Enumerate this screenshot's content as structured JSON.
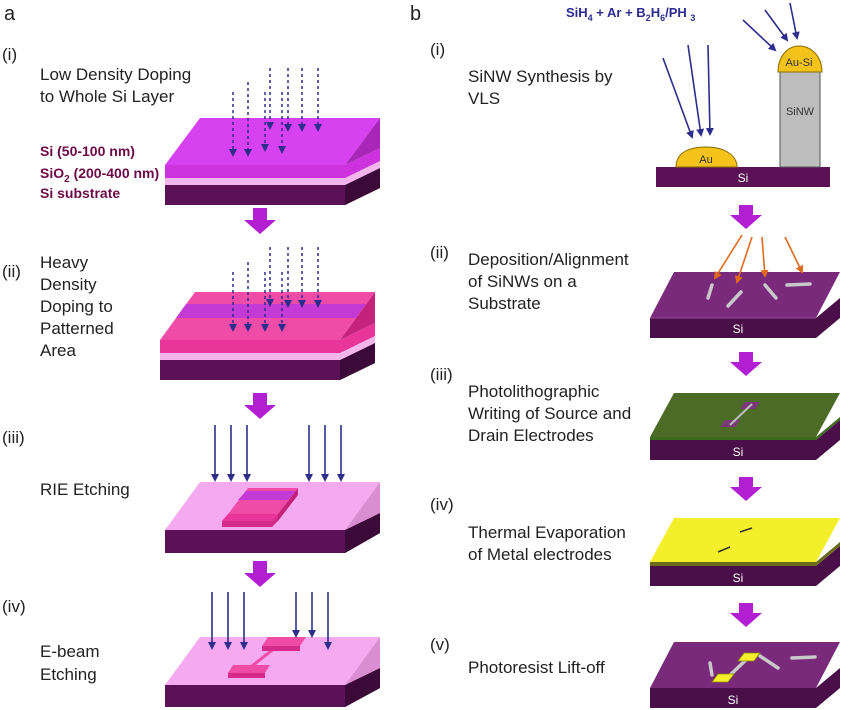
{
  "panel_a": {
    "letter": "a",
    "steps": [
      {
        "num": "(i)",
        "lines": [
          "Low Density Doping",
          "to Whole Si Layer"
        ]
      },
      {
        "num": "(ii)",
        "lines": [
          "Heavy",
          "Density",
          "Doping to",
          "Patterned",
          "Area"
        ]
      },
      {
        "num": "(iii)",
        "lines": [
          "RIE Etching"
        ]
      },
      {
        "num": "(iv)",
        "lines": [
          "E-beam",
          "Etching"
        ]
      }
    ],
    "layers": {
      "si": "Si (50-100 nm)",
      "sio2_a": "SiO",
      "sio2_sub": "2",
      "sio2_b": " (200-400 nm)",
      "substrate": "Si substrate"
    }
  },
  "panel_b": {
    "letter": "b",
    "gas": {
      "t1": "SiH",
      "s1": "4",
      "t2": " + Ar + B",
      "s2": "2",
      "t3": "H",
      "s3": "6",
      "t4": "/PH ",
      "s4": "3"
    },
    "steps": [
      {
        "num": "(i)",
        "lines": [
          "SiNW Synthesis by",
          "VLS"
        ]
      },
      {
        "num": "(ii)",
        "lines": [
          "Deposition/Alignment",
          "of SiNWs on a",
          "Substrate"
        ]
      },
      {
        "num": "(iii)",
        "lines": [
          "Photolithographic",
          "Writing of Source and",
          "Drain Electrodes"
        ]
      },
      {
        "num": "(iv)",
        "lines": [
          "Thermal Evaporation",
          "of Metal electrodes"
        ]
      },
      {
        "num": "(v)",
        "lines": [
          "Photoresist Lift-off"
        ]
      }
    ],
    "labels": {
      "au": "Au",
      "ausi": "Au-Si",
      "sinw": "SiNW",
      "si": "Si"
    }
  }
}
